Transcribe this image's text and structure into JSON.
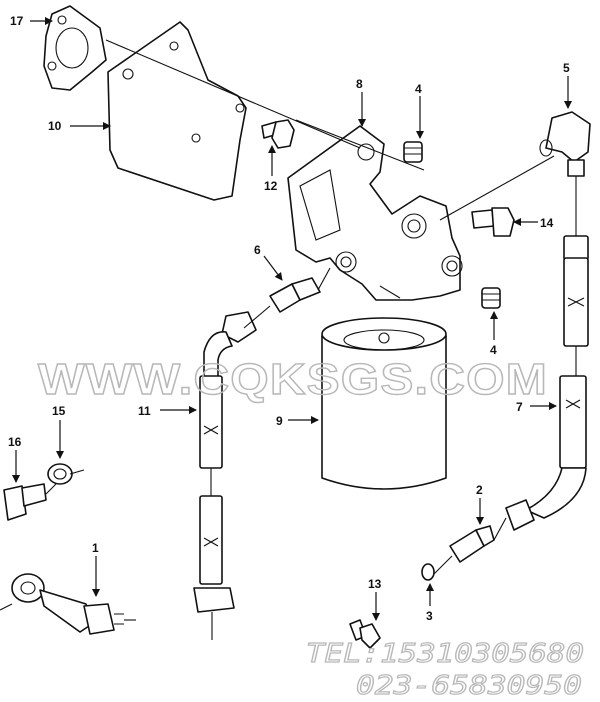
{
  "diagram": {
    "callouts": [
      "17",
      "10",
      "8",
      "4",
      "5",
      "12",
      "14",
      "6",
      "11",
      "9",
      "7",
      "4",
      "15",
      "16",
      "2",
      "1",
      "3",
      "13"
    ]
  },
  "watermark": {
    "text": "WWW.CQKSGS.COM",
    "phone": "TEL:15310305680",
    "phone2": "023-65830950"
  },
  "colors": {
    "ink": "#111111",
    "watermark": "#b8b8b8",
    "background": "#ffffff"
  }
}
